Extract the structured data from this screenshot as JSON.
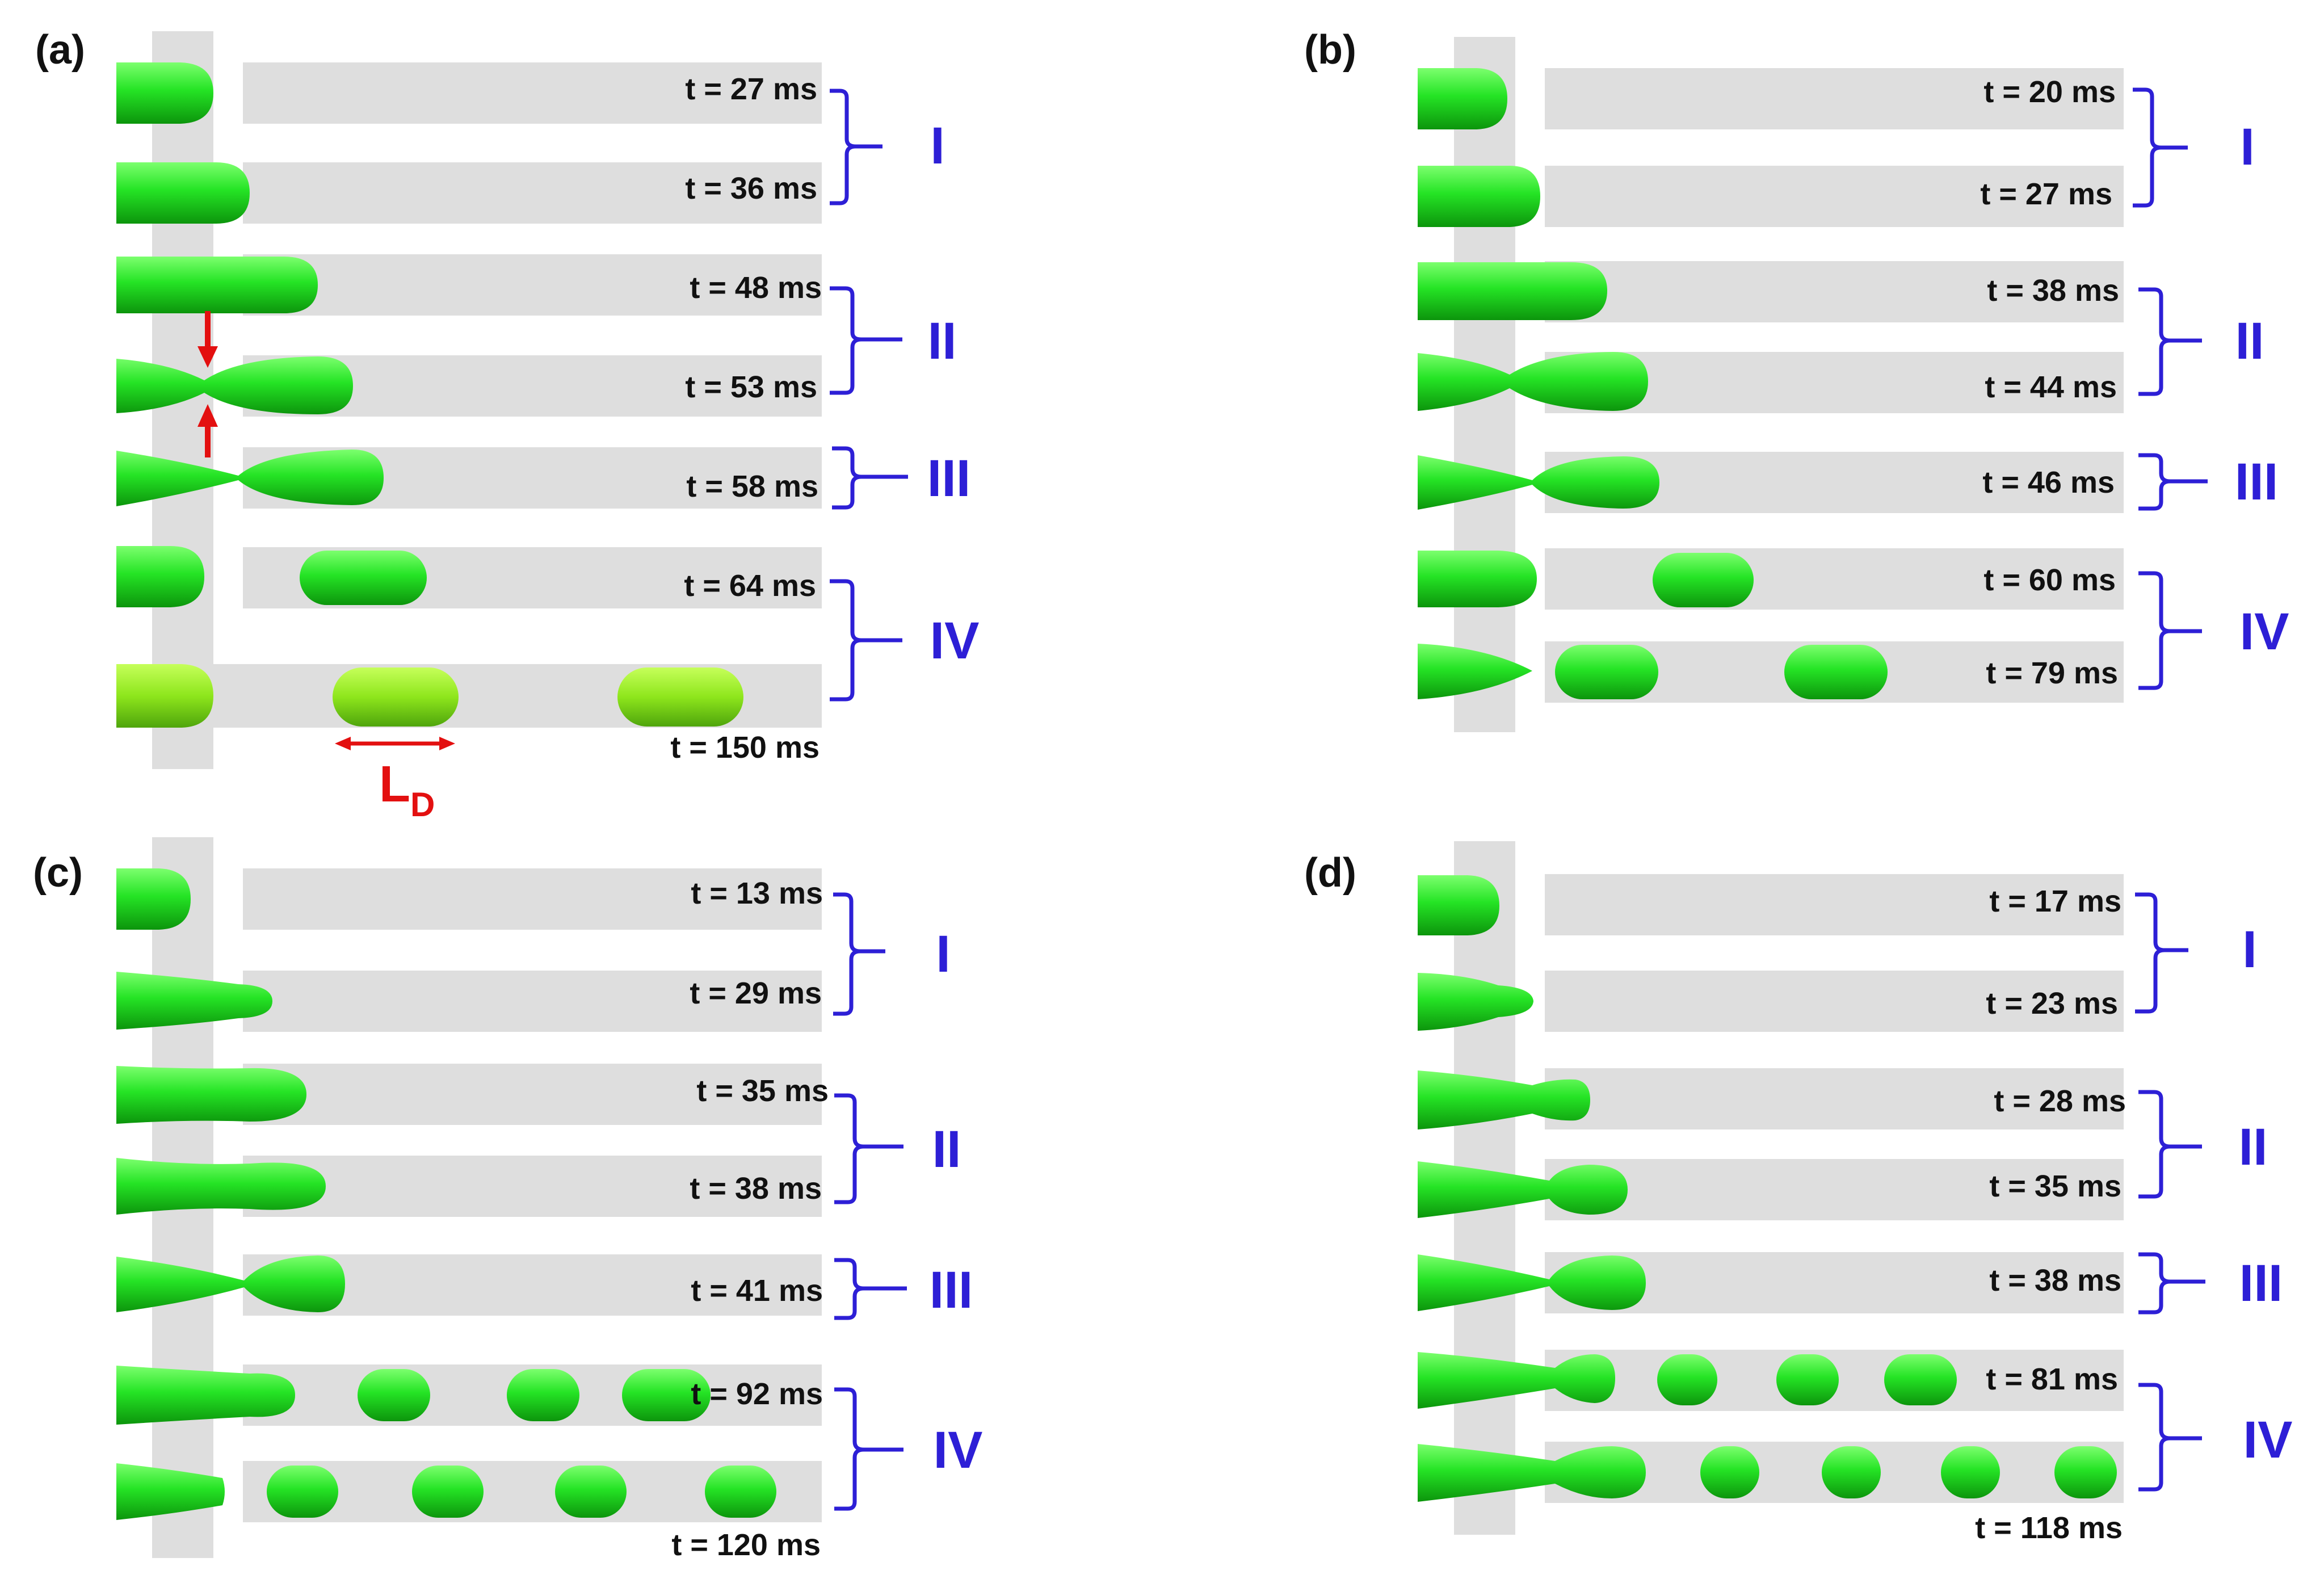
{
  "colors": {
    "channel": "#dedede",
    "droplet": "#22e022",
    "droplet_edge": "#0e9a0e",
    "droplet_highlight": "#7cff6e",
    "droplet_lime": "#8ee61c",
    "bracket": "#2d1fd6",
    "annotation": "#e31010",
    "text": "#111111"
  },
  "panels": [
    {
      "id": "a",
      "letter": "(a)",
      "rows": [
        {
          "time": "t = 27 ms"
        },
        {
          "time": "t = 36 ms"
        },
        {
          "time": "t = 48 ms"
        },
        {
          "time": "t = 53 ms"
        },
        {
          "time": "t = 58 ms"
        },
        {
          "time": "t = 64 ms"
        },
        {
          "time": "t = 150 ms"
        }
      ],
      "stages": [
        "I",
        "II",
        "III",
        "IV"
      ]
    },
    {
      "id": "b",
      "letter": "(b)",
      "rows": [
        {
          "time": "t = 20 ms"
        },
        {
          "time": "t = 27 ms"
        },
        {
          "time": "t = 38 ms"
        },
        {
          "time": "t = 44 ms"
        },
        {
          "time": "t = 46 ms"
        },
        {
          "time": "t = 60 ms"
        },
        {
          "time": "t = 79 ms"
        }
      ],
      "stages": [
        "I",
        "II",
        "III",
        "IV"
      ]
    },
    {
      "id": "c",
      "letter": "(c)",
      "rows": [
        {
          "time": "t = 13 ms"
        },
        {
          "time": "t = 29 ms"
        },
        {
          "time": "t = 35 ms"
        },
        {
          "time": "t = 38 ms"
        },
        {
          "time": "t = 41 ms"
        },
        {
          "time": "t = 92 ms"
        },
        {
          "time": "t = 120 ms"
        }
      ],
      "stages": [
        "I",
        "II",
        "III",
        "IV"
      ]
    },
    {
      "id": "d",
      "letter": "(d)",
      "rows": [
        {
          "time": "t = 17 ms"
        },
        {
          "time": "t = 23 ms"
        },
        {
          "time": "t = 28 ms"
        },
        {
          "time": "t = 35 ms"
        },
        {
          "time": "t = 38 ms"
        },
        {
          "time": "t = 81 ms"
        },
        {
          "time": "t = 118 ms"
        }
      ],
      "stages": [
        "I",
        "II",
        "III",
        "IV"
      ]
    }
  ],
  "droplet_length_label": {
    "main": "L",
    "sub": "D"
  }
}
